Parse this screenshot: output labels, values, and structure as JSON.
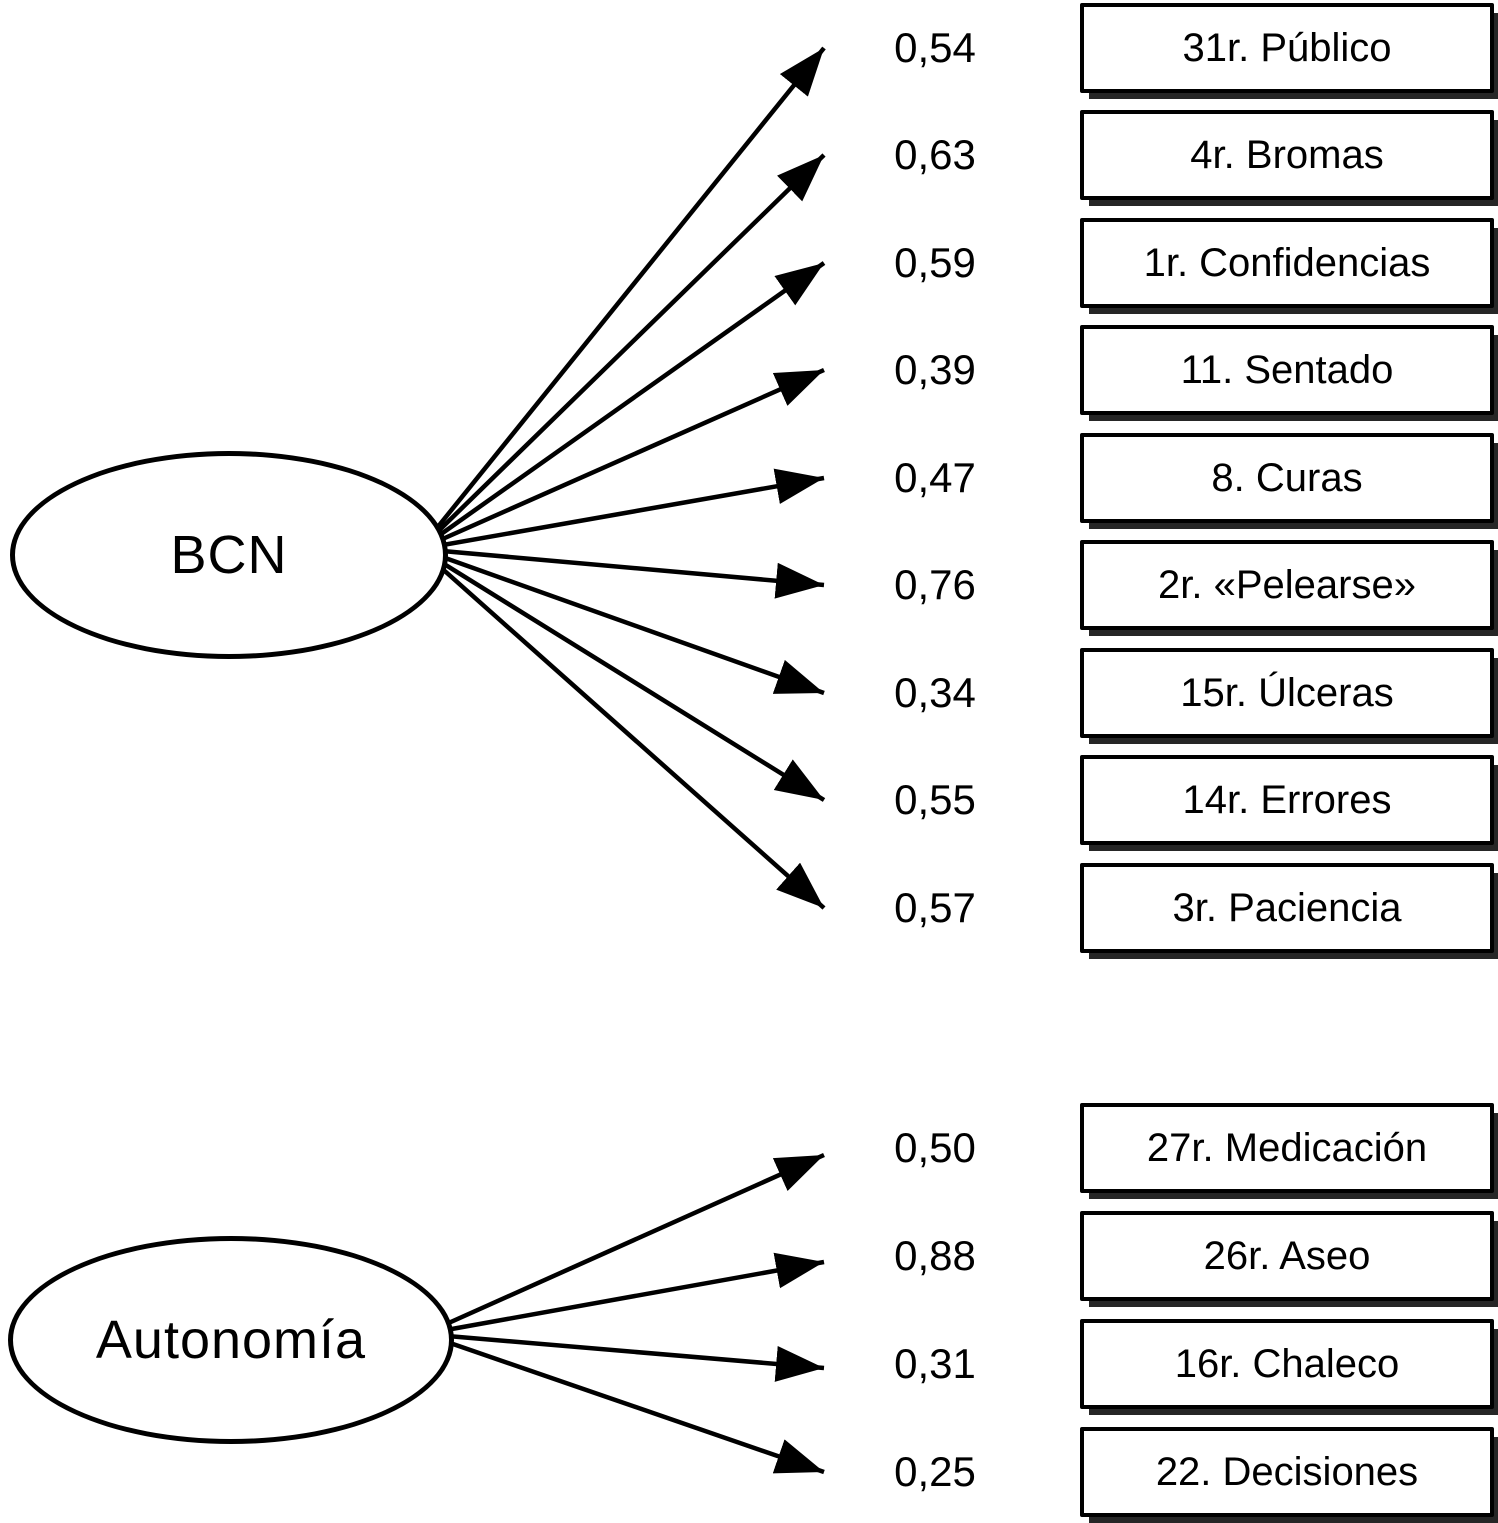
{
  "diagram": {
    "type": "factor-loading-path-diagram",
    "colors": {
      "ink": "#000000",
      "background": "#ffffff"
    },
    "factors": [
      {
        "name": "BCN",
        "items": [
          {
            "value": "0,54",
            "label": "31r. Público"
          },
          {
            "value": "0,63",
            "label": "4r. Bromas"
          },
          {
            "value": "0,59",
            "label": "1r. Confidencias"
          },
          {
            "value": "0,39",
            "label": "11. Sentado"
          },
          {
            "value": "0,47",
            "label": "8. Curas"
          },
          {
            "value": "0,76",
            "label": "2r. «Pelearse»"
          },
          {
            "value": "0,34",
            "label": "15r. Úlceras"
          },
          {
            "value": "0,55",
            "label": "14r. Errores"
          },
          {
            "value": "0,57",
            "label": "3r. Paciencia"
          }
        ]
      },
      {
        "name": "Autonomía",
        "items": [
          {
            "value": "0,50",
            "label": "27r. Medicación"
          },
          {
            "value": "0,88",
            "label": "26r. Aseo"
          },
          {
            "value": "0,31",
            "label": "16r. Chaleco"
          },
          {
            "value": "0,25",
            "label": "22. Decisiones"
          }
        ]
      }
    ]
  }
}
